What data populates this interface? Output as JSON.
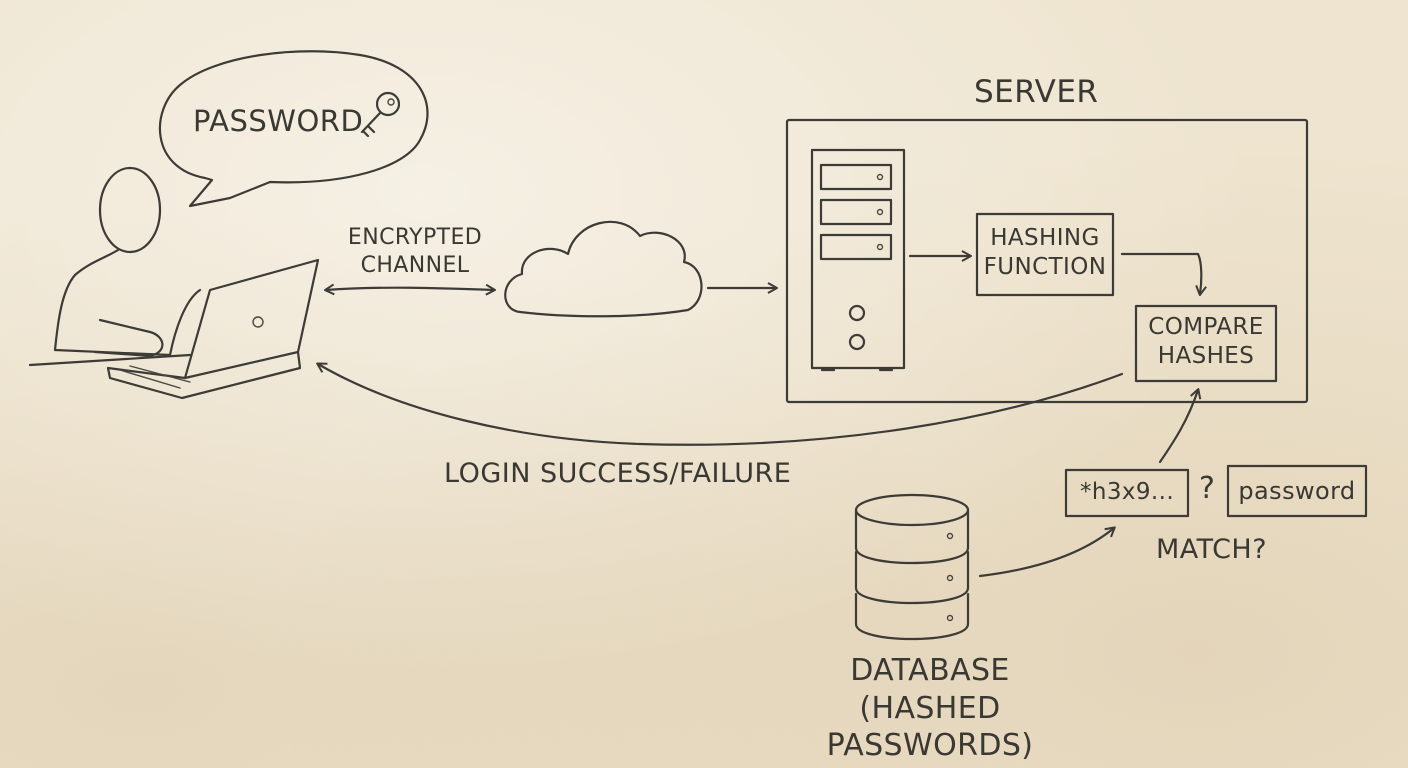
{
  "bubble": {
    "text": "PASSWORD"
  },
  "channel": {
    "line1": "ENCRYPTED",
    "line2": "CHANNEL"
  },
  "server": {
    "title": "SERVER"
  },
  "hashing": {
    "line1": "HASHING",
    "line2": "FUNCTION"
  },
  "compare": {
    "line1": "COMPARE",
    "line2": "HASHES"
  },
  "result": {
    "text": "LOGIN SUCCESS/FAILURE"
  },
  "check": {
    "hash_value": "*h3x9...",
    "question": "?",
    "input_value": "password",
    "match": "MATCH?"
  },
  "database": {
    "line1": "DATABASE",
    "line2": "(HASHED PASSWORDS)"
  },
  "colors": {
    "paper": "#eee4cf",
    "ink": "#3d3b37"
  },
  "icons": [
    "person-icon",
    "laptop-icon",
    "key-icon",
    "cloud-icon",
    "server-tower-icon",
    "database-icon"
  ]
}
